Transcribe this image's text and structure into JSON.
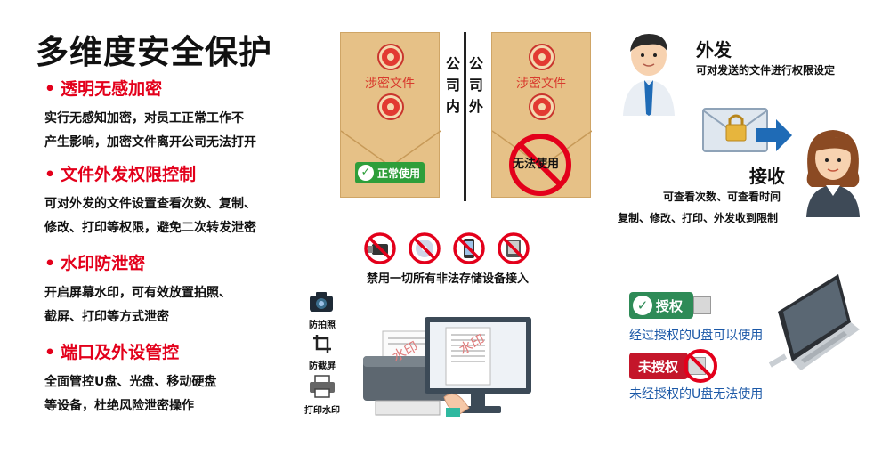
{
  "title": "多维度安全保护",
  "features": [
    {
      "bullet": "•",
      "title": "透明无感加密",
      "lines": [
        "实行无感知加密，对员工正常工作不",
        "产生影响，加密文件离开公司无法打开"
      ]
    },
    {
      "bullet": "•",
      "title": "文件外发权限控制",
      "lines": [
        "可对外发的文件设置查看次数、复制、",
        "修改、打印等权限，避免二次转发泄密"
      ]
    },
    {
      "bullet": "•",
      "title": "水印防泄密",
      "lines": [
        "开启屏幕水印，可有效放置拍照、",
        "截屏、打印等方式泄密"
      ]
    },
    {
      "bullet": "•",
      "title": "端口及外设管控",
      "lines": [
        "全面管控U盘、光盘、移动硬盘",
        "等设备，杜绝风险泄密操作"
      ]
    }
  ],
  "envelopes": {
    "left_label": "涉密文件",
    "right_label": "涉密文件",
    "inside_chars": [
      "公",
      "司",
      "内"
    ],
    "outside_chars": [
      "公",
      "司",
      "外"
    ],
    "ok_badge": "正常使用",
    "ban_label": "无法使用"
  },
  "devices": {
    "caption": "禁用一切所有非法存储设备接入",
    "icons": [
      "usb-drive-icon",
      "optical-disc-icon",
      "phone-icon",
      "hard-drive-icon"
    ]
  },
  "watermark": {
    "anti_photo": "防拍照",
    "anti_screenshot": "防截屏",
    "print_watermark": "打印水印",
    "stamp_text": "水印"
  },
  "outgoing": {
    "title": "外发",
    "desc": "可对发送的文件进行权限设定"
  },
  "receive": {
    "title": "接收",
    "line1": "可查看次数、可查看时间",
    "line2": "复制、修改、打印、外发收到限制"
  },
  "usb": {
    "authorized_label": "授权",
    "authorized_text": "经过授权的U盘可以使用",
    "unauthorized_label": "未授权",
    "unauthorized_text": "未经授权的U盘无法使用"
  },
  "colors": {
    "accent_red": "#e3001b",
    "ok_green": "#2e9e3a",
    "usb_text_blue": "#1b58a7",
    "envelope": "#e6c187"
  }
}
